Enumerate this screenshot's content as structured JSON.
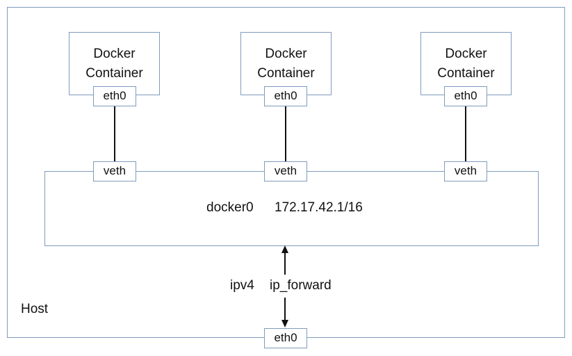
{
  "host": {
    "label": "Host"
  },
  "containers": [
    {
      "title": "Docker\nContainer",
      "iface": "eth0"
    },
    {
      "title": "Docker\nContainer",
      "iface": "eth0"
    },
    {
      "title": "Docker\nContainer",
      "iface": "eth0"
    }
  ],
  "veth": [
    "veth",
    "veth",
    "veth"
  ],
  "bridge": {
    "name": "docker0",
    "ip": "172.17.42.1/16"
  },
  "forward": {
    "protocol": "ipv4",
    "setting": "ip_forward"
  },
  "host_iface": "eth0"
}
